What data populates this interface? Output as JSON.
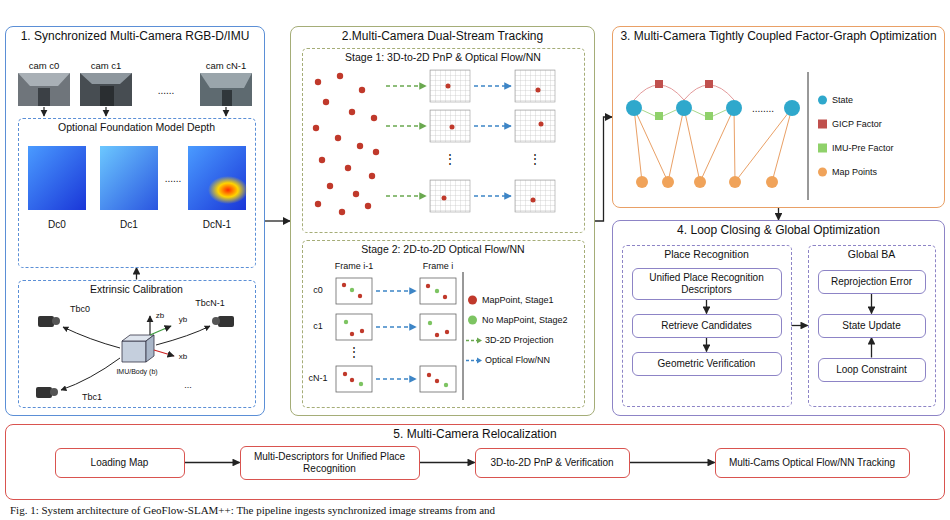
{
  "diagram": {
    "caption": "Fig. 1: System architecture of GeoFlow-SLAM++: The pipeline ingests synchronized image streams from and",
    "nodes": [
      {
        "text": [
          "1. Synchronized Multi-Camera RGB-D/IMU"
        ]
      },
      {
        "text": [
          "Optional Foundation Model Depth"
        ],
        "in": 0
      },
      {
        "text": [
          "Extrinsic Calibration"
        ],
        "in": 0
      },
      {
        "text": [
          "2.Multi-Camera Dual-Stream Tracking"
        ]
      },
      {
        "text": [
          "Stage 1: 3D-to-2D PnP & Optical Flow/NN"
        ],
        "in": 3
      },
      {
        "text": [
          "Stage 2: 2D-to-2D  Optical Flow/NN"
        ],
        "in": 3
      },
      {
        "text": [
          "3. Multi-Camera Tightly Coupled Factor-Graph Optimization"
        ]
      },
      {
        "text": [
          "4. Loop Closing & Global Optimization"
        ]
      },
      {
        "text": [
          "Place Recognition"
        ],
        "in": 7
      },
      {
        "text": [
          "Unified  Place Recognition Descriptors"
        ],
        "in": 8
      },
      {
        "text": [
          "Retrieve Candidates"
        ],
        "in": 8
      },
      {
        "text": [
          "Geometric Verification"
        ],
        "in": 8
      },
      {
        "text": [
          "Global BA"
        ],
        "in": 7
      },
      {
        "text": [
          "Reprojection Error"
        ],
        "in": 12
      },
      {
        "text": [
          "State Update"
        ],
        "in": 12
      },
      {
        "text": [
          "Loop Constraint"
        ],
        "in": 12
      },
      {
        "text": [
          "5. Multi-Camera Relocalization"
        ]
      },
      {
        "text": [
          "Loading Map"
        ],
        "in": 16
      },
      {
        "text": [
          "Multi-Descriptors for Unified Place Recognition"
        ],
        "in": 16
      },
      {
        "text": [
          "3D-to-2D PnP & Verification"
        ],
        "in": 16
      },
      {
        "text": [
          "Multi-Cams Optical Flow/NN Tracking"
        ],
        "in": 16
      }
    ],
    "edges": [
      {
        "from": 0,
        "to": 3,
        "arrow": "to"
      },
      {
        "from": 3,
        "to": 6,
        "arrow": "to"
      },
      {
        "from": 6,
        "to": 7,
        "arrow": "to"
      },
      {
        "from": 2,
        "to": 1,
        "arrow": "to"
      },
      {
        "from": 9,
        "to": 10,
        "arrow": "to"
      },
      {
        "from": 10,
        "to": 11,
        "arrow": "to"
      },
      {
        "from": 8,
        "to": 12,
        "arrow": "to"
      },
      {
        "from": 13,
        "to": 14,
        "arrow": "to"
      },
      {
        "from": 15,
        "to": 14,
        "arrow": "to"
      },
      {
        "from": 17,
        "to": 18,
        "arrow": "to"
      },
      {
        "from": 18,
        "to": 19,
        "arrow": "to"
      },
      {
        "from": 19,
        "to": 20,
        "arrow": "to"
      }
    ],
    "labels": [
      "cam c0",
      "cam c1",
      "......",
      "cam cN-1",
      "Dc0",
      "Dc1",
      "......",
      "DcN-1",
      "Tbc0",
      "TbcN-1",
      "zb",
      "yb",
      "xb",
      "IMU/Body (b)",
      "...",
      "Tbc1",
      "⋮",
      "⋮",
      "Frame i-1",
      "Frame i",
      "c0",
      "c1",
      "⋮",
      "cN-1",
      "........"
    ],
    "legend": [
      {
        "text": "MapPoint, Stage1",
        "color": "#c0392b"
      },
      {
        "text": "No MapPoint, Stage2",
        "color": "#7dc462"
      },
      {
        "text": "3D-2D Projection"
      },
      {
        "text": "Optical Flow/NN"
      },
      {
        "text": "State",
        "color": "#2fa8cc"
      },
      {
        "text": "GICP Factor",
        "color": "#c0504d"
      },
      {
        "text": "IMU-Pre Factor",
        "color": "#8fd16a"
      },
      {
        "text": "Map Points",
        "color": "#f0a35a"
      }
    ]
  }
}
